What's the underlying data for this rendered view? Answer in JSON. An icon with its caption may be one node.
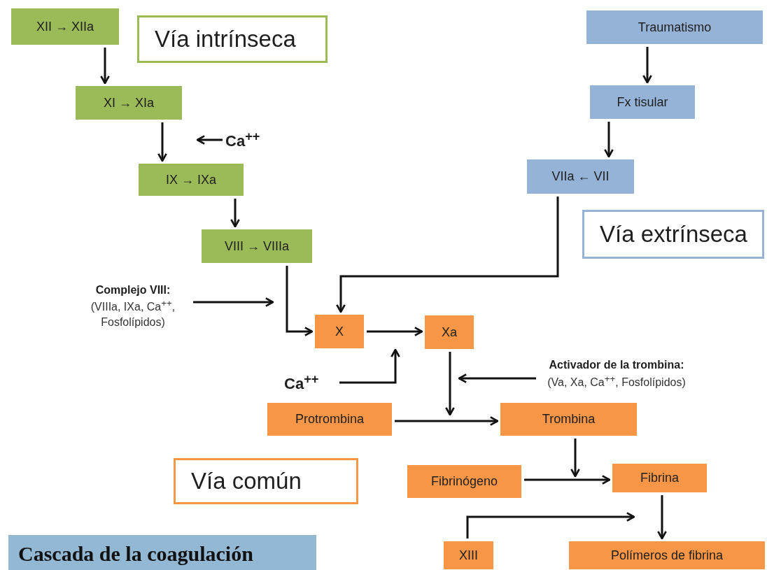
{
  "diagram": {
    "title": "Cascada de la coagulación",
    "nodes": [
      {
        "text": [
          "XII → XIIa"
        ]
      },
      {
        "text": [
          "Vía intrínseca"
        ]
      },
      {
        "text": [
          "XI → XIa"
        ]
      },
      {
        "text": [
          "Ca$^{++}$"
        ]
      },
      {
        "text": [
          "IX → IXa"
        ]
      },
      {
        "text": [
          "VIII → VIIIa"
        ]
      },
      {
        "text": [
          "Traumatismo"
        ]
      },
      {
        "text": [
          "Fx tisular"
        ]
      },
      {
        "text": [
          "VIIa ← VII"
        ]
      },
      {
        "text": [
          "Vía extrínseca"
        ]
      },
      {
        "text": [
          "Complejo VIII:",
          "(VIIIa, IXa, Ca$^{++}$, Fosfolípidos)"
        ]
      },
      {
        "text": [
          "X"
        ]
      },
      {
        "text": [
          "Xa"
        ]
      },
      {
        "text": [
          "Ca$^{++}$"
        ]
      },
      {
        "text": [
          "Activador de la trombina:",
          "(Va, Xa, Ca$^{++}$, Fosfolípidos)"
        ]
      },
      {
        "text": [
          "Protrombina"
        ]
      },
      {
        "text": [
          "Trombina"
        ]
      },
      {
        "text": [
          "Vía común"
        ]
      },
      {
        "text": [
          "Fibrinógeno"
        ]
      },
      {
        "text": [
          "Fibrina"
        ]
      },
      {
        "text": [
          "XIII"
        ]
      },
      {
        "text": [
          "Polímeros de fibrina"
        ]
      }
    ],
    "edges": [
      {
        "from": 0,
        "to": 2,
        "arrow": "to"
      },
      {
        "from": 2,
        "to": 4,
        "arrow": "to"
      },
      {
        "from": 3,
        "to": null,
        "arrow": "to"
      },
      {
        "from": 4,
        "to": 5,
        "arrow": "to"
      },
      {
        "from": 5,
        "to": 11,
        "arrow": "to"
      },
      {
        "from": 10,
        "to": null,
        "arrow": "to"
      },
      {
        "from": 6,
        "to": 7,
        "arrow": "to"
      },
      {
        "from": 7,
        "to": 8,
        "arrow": "to"
      },
      {
        "from": 8,
        "to": 11,
        "arrow": "to"
      },
      {
        "from": 11,
        "to": 12,
        "arrow": "to"
      },
      {
        "from": 13,
        "to": null,
        "arrow": "to"
      },
      {
        "from": 12,
        "to": null,
        "arrow": "to"
      },
      {
        "from": 14,
        "to": null,
        "arrow": "to"
      },
      {
        "from": 15,
        "to": 16,
        "arrow": "to"
      },
      {
        "from": 16,
        "to": null,
        "arrow": "to"
      },
      {
        "from": 18,
        "to": 19,
        "arrow": "to"
      },
      {
        "from": 19,
        "to": 21,
        "arrow": "to"
      },
      {
        "from": 20,
        "to": null,
        "arrow": "to"
      }
    ]
  }
}
